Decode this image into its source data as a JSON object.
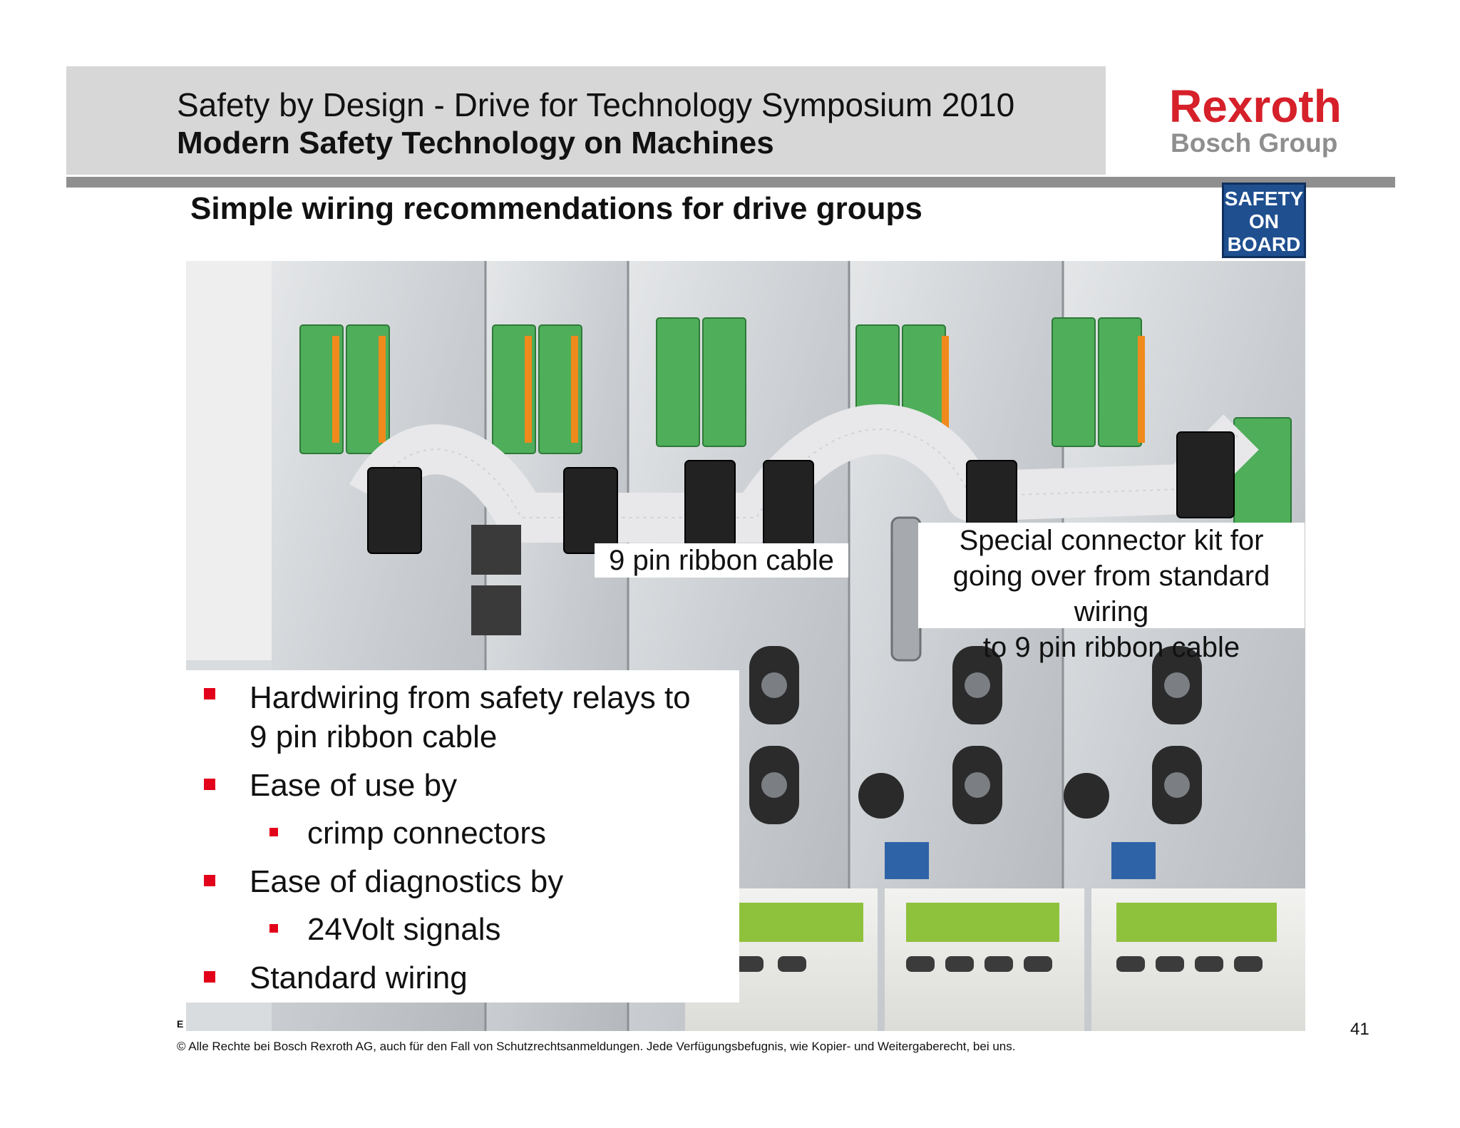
{
  "header": {
    "title": "Safety by Design - Drive for Technology Symposium 2010",
    "subtitle": "Modern Safety Technology on Machines"
  },
  "logo": {
    "brand": "Rexroth",
    "group": "Bosch Group",
    "brand_color": "#d6202a",
    "group_color": "#8e8e8e"
  },
  "badge": {
    "line1": "SAFETY",
    "line2": "ON",
    "line3": "BOARD"
  },
  "slide": {
    "heading": "Simple wiring recommendations for drive groups"
  },
  "callouts": {
    "ribbon": "9 pin ribbon cable",
    "kit_line1": "Special connector kit for",
    "kit_line2": "going over from standard wiring",
    "kit_line3": "to 9 pin ribbon cable"
  },
  "bullets": {
    "b1_line1": "Hardwiring from safety relays to",
    "b1_line2": "9 pin ribbon cable",
    "b2": "Ease of use by",
    "b2_sub": "crimp connectors",
    "b3": "Ease of diagnostics by",
    "b3_sub": "24Volt signals",
    "b4": "Standard wiring",
    "bullet_color": "#e2001a"
  },
  "footer": {
    "marker": "E",
    "copyright": "© Alle Rechte bei Bosch Rexroth AG, auch für den Fall von Schutzrechtsanmeldungen. Jede Verfügungsbefugnis, wie Kopier- und Weitergaberecht, bei uns.",
    "page_number": "41"
  }
}
